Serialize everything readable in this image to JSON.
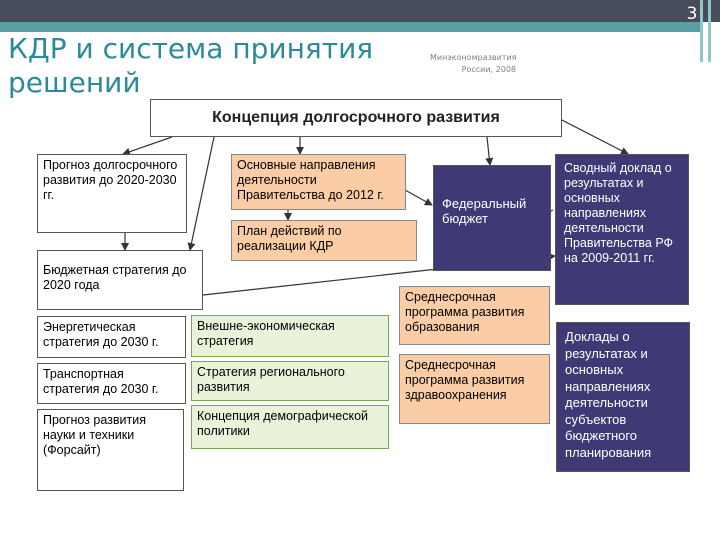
{
  "slide": {
    "number": "3",
    "title": "КДР и система принятия решений",
    "source": [
      "Минэкономразвития",
      "России, 2008"
    ]
  },
  "diagram": {
    "main": "Концепция долгосрочного развития",
    "forecast": "Прогноз долгосрочного развития до 2020-2030 гг.",
    "directions": "Основные направления деятельности Правительства до 2012 г.",
    "action_plan": "План действий по реализации КДР",
    "federal_budget": "Федеральный бюджет",
    "summary_report": "Сводный доклад о результатах и основных направлениях деятельности Правительства РФ на 2009-2011 гг.",
    "budget_strategy": "Бюджетная стратегия до 2020 года",
    "energy": "Энергетическая стратегия до 2030 г.",
    "foreign_econ": "Внешне-экономическая стратегия",
    "education": "Среднесрочная программа развития образования",
    "transport": "Транспортная стратегия до 2030 г.",
    "regional": "Стратегия регионального развития",
    "health": "Среднесрочная программа развития здравоохранения",
    "science": "Прогноз развития науки и техники (Форсайт)",
    "demographic": "Концепция демографической политики",
    "reports": "Доклады о результатах и основных направлениях деятельности субъектов бюджетного планирования"
  },
  "colors": {
    "topbar": "#464c59",
    "accent": "#5a9fa3",
    "title": "#2e8a9a",
    "green_box": "#e8f3da",
    "orange_box": "#fbcda6",
    "purple_box": "#3f3a75"
  }
}
